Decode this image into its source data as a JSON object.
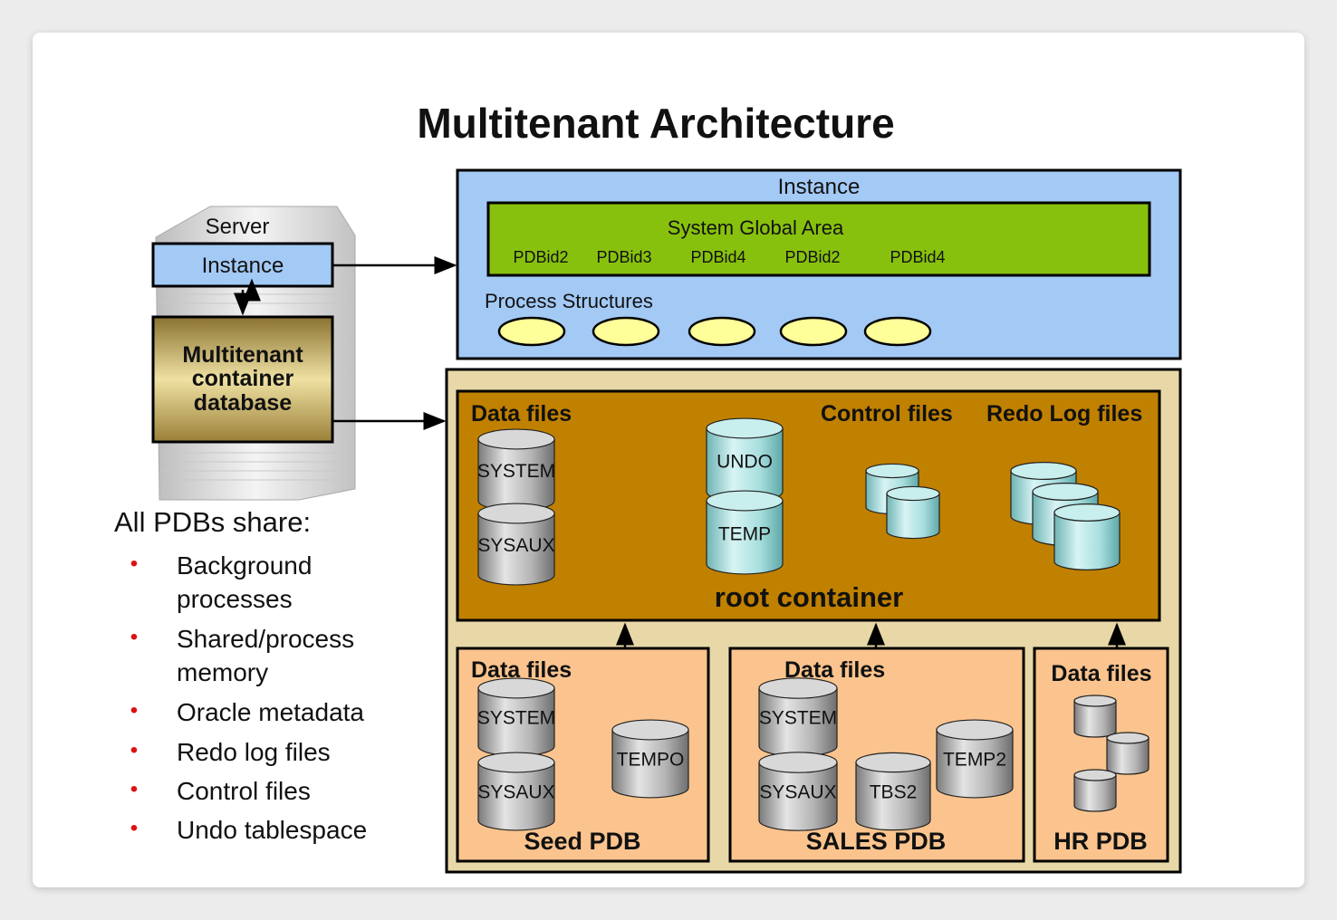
{
  "title": "Multitenant Architecture",
  "server": {
    "label": "Server",
    "instance_label": "Instance",
    "cdb_lines": [
      "Multitenant",
      "container",
      "database"
    ]
  },
  "shared": {
    "heading": "All PDBs share:",
    "items": [
      [
        "Background",
        "processes"
      ],
      [
        "Shared/process",
        "memory"
      ],
      [
        "Oracle metadata"
      ],
      [
        "Redo log files"
      ],
      [
        "Control files"
      ],
      [
        "Undo tablespace"
      ]
    ]
  },
  "instance": {
    "label": "Instance",
    "sga_label": "System Global Area",
    "pdb_ids": [
      "PDBid2",
      "PDBid3",
      "PDBid4",
      "PDBid2",
      "PDBid4"
    ],
    "process_label": "Process Structures",
    "process_count": 5
  },
  "root": {
    "label": "root container",
    "data_files_label": "Data files",
    "control_files_label": "Control files",
    "redo_files_label": "Redo Log files",
    "data_files": [
      "SYSTEM",
      "SYSAUX"
    ],
    "undo_temp": [
      "UNDO",
      "TEMP"
    ]
  },
  "pdbs": [
    {
      "name": "Seed PDB",
      "data_files_label": "Data files",
      "files": [
        "SYSTEM",
        "SYSAUX",
        "TEMPO"
      ]
    },
    {
      "name": "SALES PDB",
      "data_files_label": "Data files",
      "files": [
        "SYSTEM",
        "SYSAUX",
        "TBS2",
        "TEMP2"
      ]
    },
    {
      "name": "HR PDB",
      "data_files_label": "Data files",
      "files": []
    }
  ],
  "colors": {
    "instance_blue": "#a3c9f5",
    "sga_green": "#88c10d",
    "process_yellow": "#ffff99",
    "container_tan": "#e8d8a8",
    "root_brown": "#c08000",
    "pdb_peach": "#fbc48e",
    "cdb_gold": "#c8b060",
    "bullet_red": "#e01010"
  }
}
